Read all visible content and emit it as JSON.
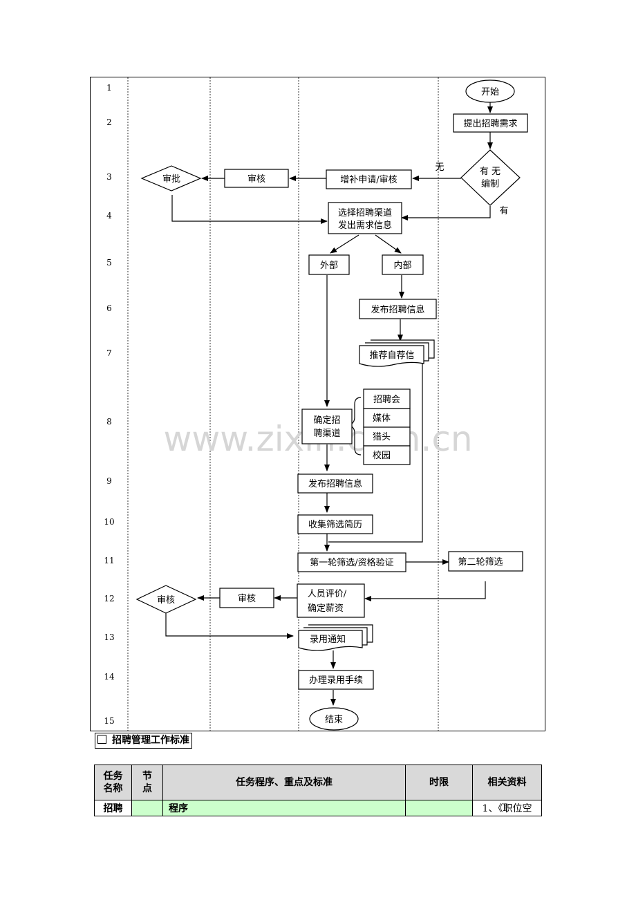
{
  "flowchart": {
    "row_numbers": [
      "1",
      "2",
      "3",
      "4",
      "5",
      "6",
      "7",
      "8",
      "9",
      "10",
      "11",
      "12",
      "13",
      "14",
      "15"
    ],
    "nodes": {
      "start": "开始",
      "raise_demand": "提出招聘需求",
      "has_quota_line1": "有 无",
      "has_quota_line2": "编制",
      "label_no": "无",
      "label_yes": "有",
      "supplement_apply": "增补申请/审核",
      "review_1": "审核",
      "approve": "审批",
      "choose_channel_line1": "选择招聘渠道",
      "choose_channel_line2": "发出需求信息",
      "external": "外部",
      "internal": "内部",
      "publish_internal": "发布招聘信息",
      "recommend": "推荐自荐信",
      "confirm_channel_line1": "确定招",
      "confirm_channel_line2": "聘渠道",
      "channel_fair": "招聘会",
      "channel_media": "媒体",
      "channel_headhunter": "猎头",
      "channel_campus": "校园",
      "publish_external": "发布招聘信息",
      "collect_resume": "收集筛选简历",
      "first_screen": "第一轮筛选/资格验证",
      "second_screen": "第二轮筛选",
      "evaluate_line1": "人员评价/",
      "evaluate_line2": "确定薪资",
      "review_2": "审核",
      "review_3": "审核",
      "offer": "录用通知",
      "onboard": "办理录用手续",
      "end": "结束"
    },
    "watermark": "www.zixin.com.cn"
  },
  "section_title": "招聘管理工作标准",
  "table": {
    "headers": {
      "task_name_1": "任务",
      "task_name_2": "名称",
      "node_1": "节",
      "node_2": "点",
      "procedure": "任务程序、重点及标准",
      "time_limit": "时限",
      "materials": "相关资料"
    },
    "row": {
      "task": "招聘",
      "node": "",
      "procedure": "程序",
      "time_limit": "",
      "materials": "1、《职位空"
    }
  }
}
